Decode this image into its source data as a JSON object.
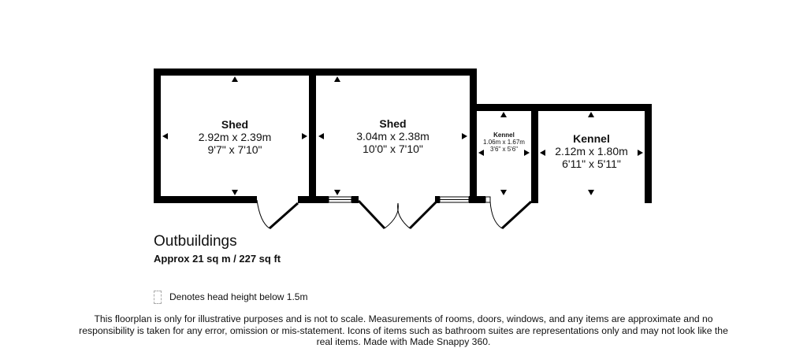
{
  "plan": {
    "title": "Outbuildings",
    "area": "Approx 21 sq m / 227 sq ft",
    "legend": {
      "text": "Denotes head height below 1.5m",
      "icon": "dashed-box-icon"
    },
    "disclaimer": "This floorplan is only for illustrative purposes and is not to scale. Measurements of rooms, doors, windows, and any items are approximate and no responsibility is taken for any error, omission or mis-statement. Icons of items such as bathroom suites are representations only and may not look like the real items. Made with Made Snappy 360.",
    "wall_color": "#000000",
    "rooms": [
      {
        "name": "Shed",
        "metric": "2.92m x 2.39m",
        "imperial": "9'7\" x 7'10\""
      },
      {
        "name": "Shed",
        "metric": "3.04m x 2.38m",
        "imperial": "10'0\" x 7'10\""
      },
      {
        "name": "Kennel",
        "metric": "1.06m x 1.67m",
        "imperial": "3'6\" x 5'6\""
      },
      {
        "name": "Kennel",
        "metric": "2.12m x 1.80m",
        "imperial": "6'11\" x 5'11\""
      }
    ]
  }
}
